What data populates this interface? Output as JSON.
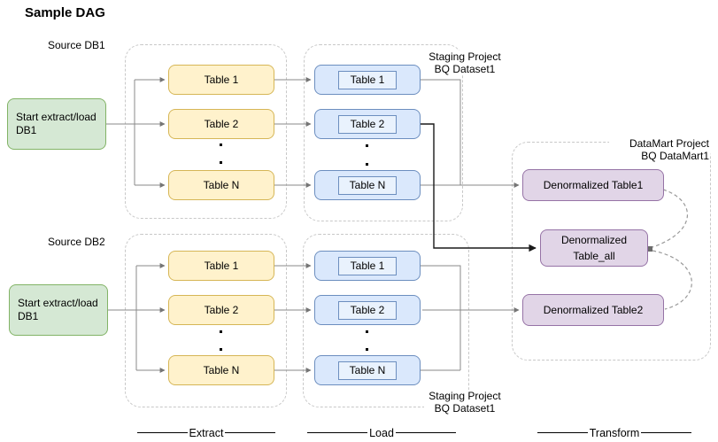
{
  "title": "Sample DAG",
  "colors": {
    "green_fill": "#d5e8d4",
    "green_stroke": "#82b366",
    "yellow_fill": "#fff2cc",
    "yellow_stroke": "#d6b656",
    "blue_fill": "#dae8fc",
    "blue_stroke": "#6c8ebf",
    "purple_fill": "#e1d5e7",
    "purple_stroke": "#9673a6",
    "edge_gray": "#8a8a8a",
    "edge_black": "#1a1a1a",
    "container_dash": "#c8c8c8"
  },
  "pipeline1": {
    "source_label": "Source DB1",
    "start_node": {
      "line1": "Start extract/load",
      "line2": "DB1"
    },
    "extract_tables": [
      "Table 1",
      "Table 2",
      "Table N"
    ],
    "load_tables": [
      "Table 1",
      "Table 2",
      "Table N"
    ],
    "staging_label": {
      "line1": "Staging Project",
      "line2": "BQ Dataset1"
    }
  },
  "pipeline2": {
    "source_label": "Source DB2",
    "start_node": {
      "line1": "Start extract/load",
      "line2": "DB1"
    },
    "extract_tables": [
      "Table 1",
      "Table 2",
      "Table N"
    ],
    "load_tables": [
      "Table 1",
      "Table 2",
      "Table N"
    ],
    "staging_label": {
      "line1": "Staging Project",
      "line2": "BQ Dataset1"
    }
  },
  "datamart": {
    "label": {
      "line1": "DataMart Project",
      "line2": "BQ DataMart1"
    },
    "denormalized_table1": "Denormalized Table1",
    "denormalized_table_all": {
      "line1": "Denormalized",
      "line2": "Table_all"
    },
    "denormalized_table2": "Denormalized Table2"
  },
  "stage_rulers": {
    "extract": "Extract",
    "load": "Load",
    "transform": "Transform"
  }
}
